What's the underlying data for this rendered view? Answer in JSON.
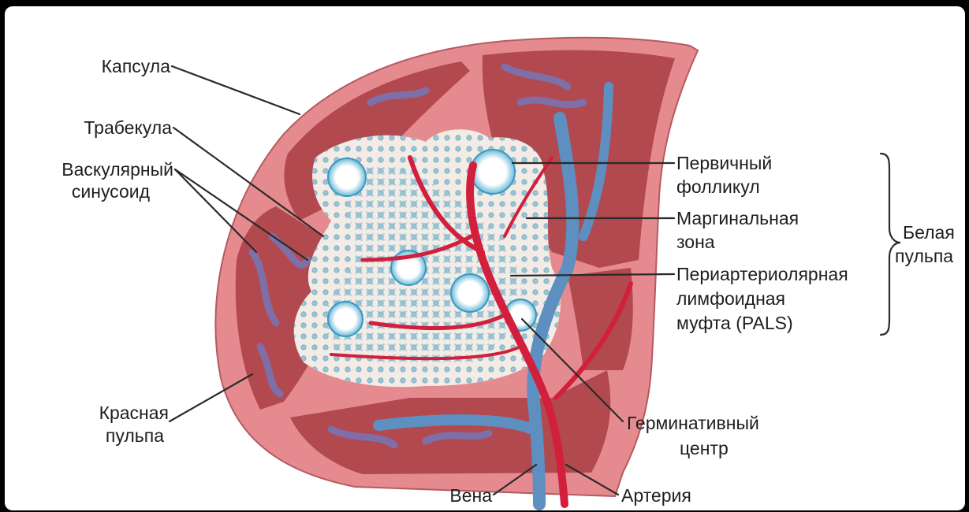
{
  "diagram": {
    "labels": {
      "capsule": "Капсула",
      "trabecula": "Трабекула",
      "vascular_sinusoid_1": "Васкулярный",
      "vascular_sinusoid_2": "синусоид",
      "red_pulp_1": "Красная",
      "red_pulp_2": "пульпа",
      "primary_follicle_1": "Первичный",
      "primary_follicle_2": "фолликул",
      "marginal_zone_1": "Маргинальная",
      "marginal_zone_2": "зона",
      "pals_1": "Периартериолярная",
      "pals_2": "лимфоидная",
      "pals_3": "муфта (PALS)",
      "white_pulp_1": "Белая",
      "white_pulp_2": "пульпа",
      "germinal_center_1": "Герминативный",
      "germinal_center_2": "центр",
      "vein": "Вена",
      "artery": "Артерия"
    },
    "colors": {
      "capsule": "#e48a8e",
      "red_pulp": "#b2494f",
      "white_pulp": "#f3ece6",
      "lymphocyte": "#4aa6c8",
      "artery": "#d11f3c",
      "vein": "#5d8fc0",
      "sinusoid": "#7f6fa8"
    }
  }
}
